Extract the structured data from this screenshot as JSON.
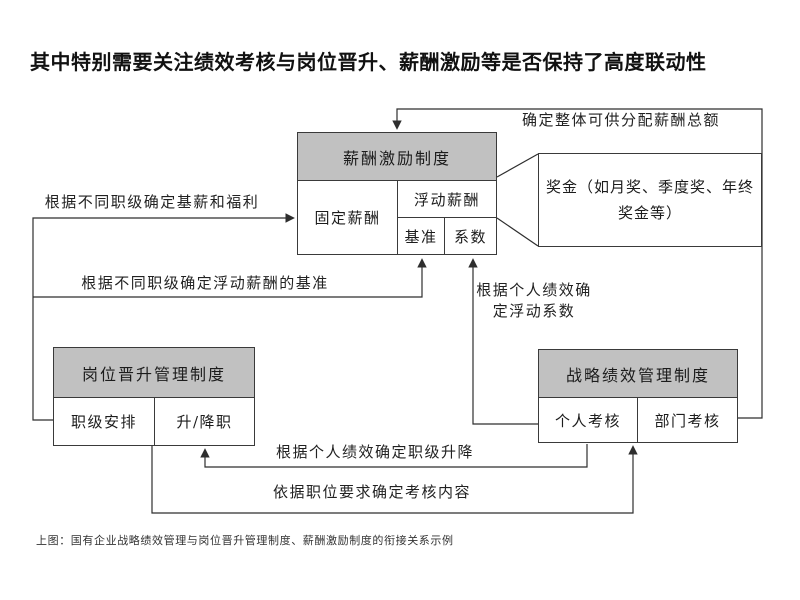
{
  "title": "其中特别需要关注绩效考核与岗位晋升、薪酬激励等是否保持了高度联动性",
  "diagram": {
    "compensation_box": {
      "header": "薪酬激励制度",
      "fixed_pay": "固定薪酬",
      "variable_pay": "浮动薪酬",
      "base": "基准",
      "coefficient": "系数"
    },
    "bonus_box": {
      "text": "奖金（如月奖、季度奖、年终奖金等）"
    },
    "promotion_box": {
      "header": "岗位晋升管理制度",
      "rank_arrangement": "职级安排",
      "promote_demote": "升/降职"
    },
    "performance_box": {
      "header": "战略绩效管理制度",
      "personal_assessment": "个人考核",
      "department_assessment": "部门考核"
    },
    "labels": {
      "total_pool": "确定整体可供分配薪酬总额",
      "base_welfare": "根据不同职级确定基薪和福利",
      "variable_base": "根据不同职级确定浮动薪酬的基准",
      "personal_coefficient": "根据个人绩效确定浮动系数",
      "rank_updown": "根据个人绩效确定职级升降",
      "assessment_content": "依据职位要求确定考核内容"
    }
  },
  "caption": "上图：国有企业战略绩效管理与岗位晋升管理制度、薪酬激励制度的衔接关系示例",
  "colors": {
    "header_fill": "#c1c1c1",
    "line": "#2e2e2e",
    "background": "#ffffff"
  }
}
